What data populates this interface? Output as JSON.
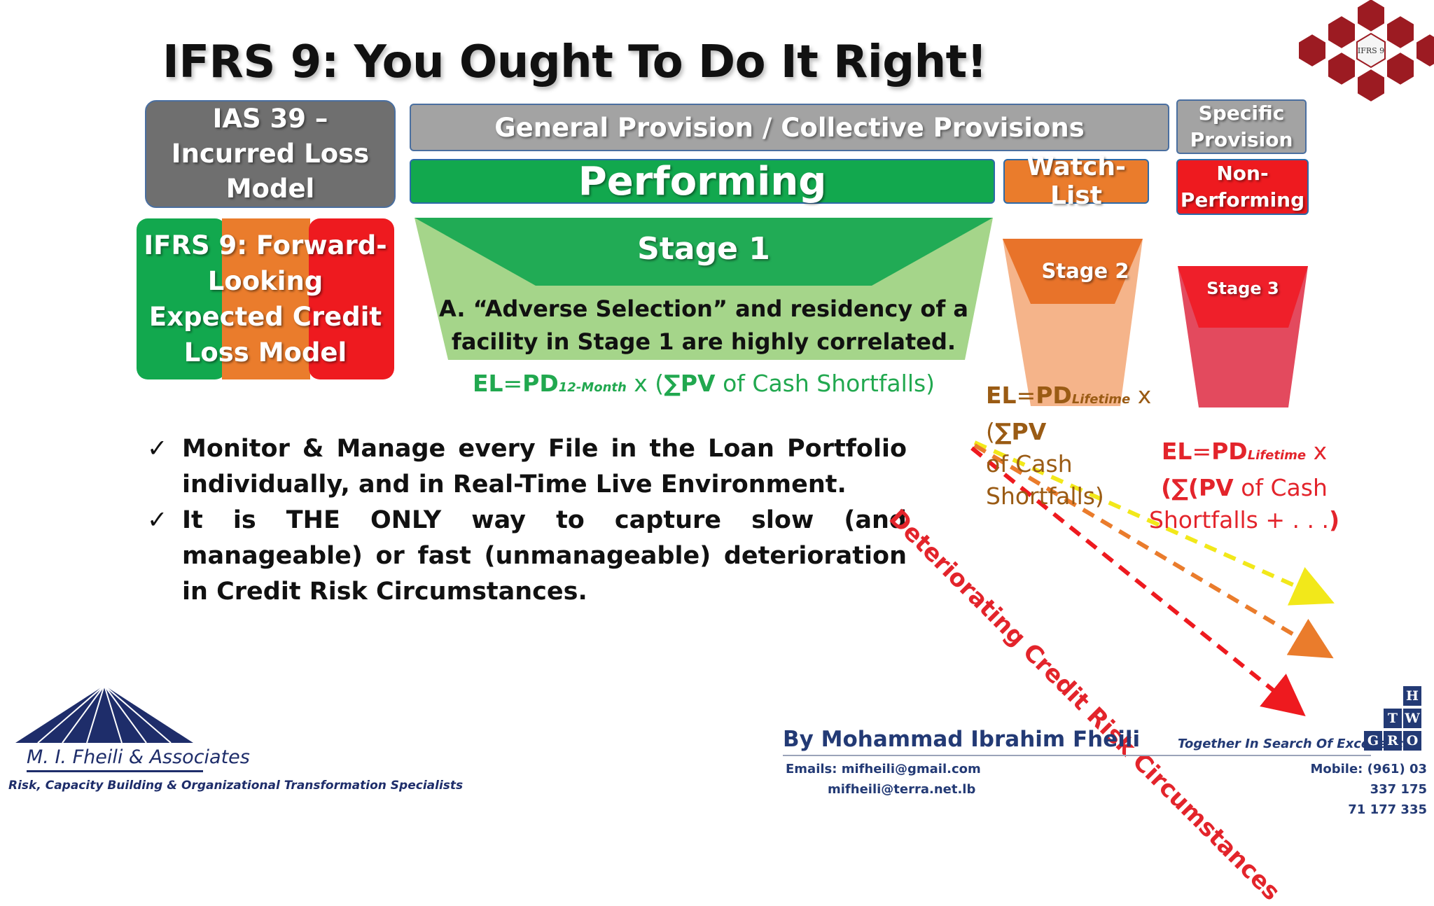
{
  "title": "IFRS 9: You Ought To Do It Right!",
  "header_boxes": {
    "ias39": "IAS 39 – Incurred Loss Model",
    "general": "General Provision / Collective Provisions",
    "specific": "Specific Provision",
    "performing": "Performing",
    "watch_list": "Watch-List",
    "non_performing": "Non-Performing"
  },
  "ifrs9_box": "IFRS 9: Forward-Looking Expected Credit Loss Model",
  "stages": {
    "stage1": "Stage 1",
    "stage1_note": "A. “Adverse Selection” and residency of a facility in Stage 1 are highly correlated.",
    "stage2": "Stage 2",
    "stage3": "Stage 3"
  },
  "formulas": {
    "stage1": {
      "el": "EL",
      "eq": "=",
      "pd": "PD",
      "sub": "12-Month",
      "x": " x (",
      "sum": "∑PV",
      "rest": " of Cash Shortfalls)"
    },
    "stage2": {
      "el": "EL",
      "eq": "=",
      "pd": "PD",
      "sub": "Lifetime",
      "x": " x (",
      "sum": "∑PV",
      "rest": "of Cash Shortfalls)"
    },
    "stage3": {
      "el": "EL",
      "eq": "=",
      "pd": "PD",
      "sub": "Lifetime",
      "x": " x",
      "open": "(∑(",
      "pv": "PV",
      "rest": " of Cash Shortfalls + . . .",
      "close": ")"
    }
  },
  "bullets": [
    "Monitor & Manage every File in the Loan Portfolio individually, and in Real-Time Live Environment.",
    "It is THE ONLY way to capture slow (and manageable) or fast (unmanageable) deterioration in Credit Risk Circumstances."
  ],
  "arrow_label": "Deteriorating Credit Risk Circumstances",
  "colors": {
    "green": "#12a84e",
    "orange": "#ea7c2c",
    "red": "#ee1a1f",
    "gray": "#a3a3a3",
    "navy": "#233a75"
  },
  "footer": {
    "company": "M. I. Fheili & Associates",
    "tagline": "Risk, Capacity Building & Organizational Transformation Specialists",
    "byline": "By Mohammad Ibrahim Fheili",
    "email_label": "Emails: mifheili@gmail.com",
    "email2": "mifheili@terra.net.lb",
    "motto": "Together In Search Of Excellence!",
    "mobile1": "Mobile:  (961) 03 337 175",
    "mobile2": "71 177 335",
    "logo_letters": [
      "H",
      "T",
      "W",
      "G",
      "R",
      "O"
    ]
  },
  "hex_logo": {
    "center": "IFRS 9"
  }
}
